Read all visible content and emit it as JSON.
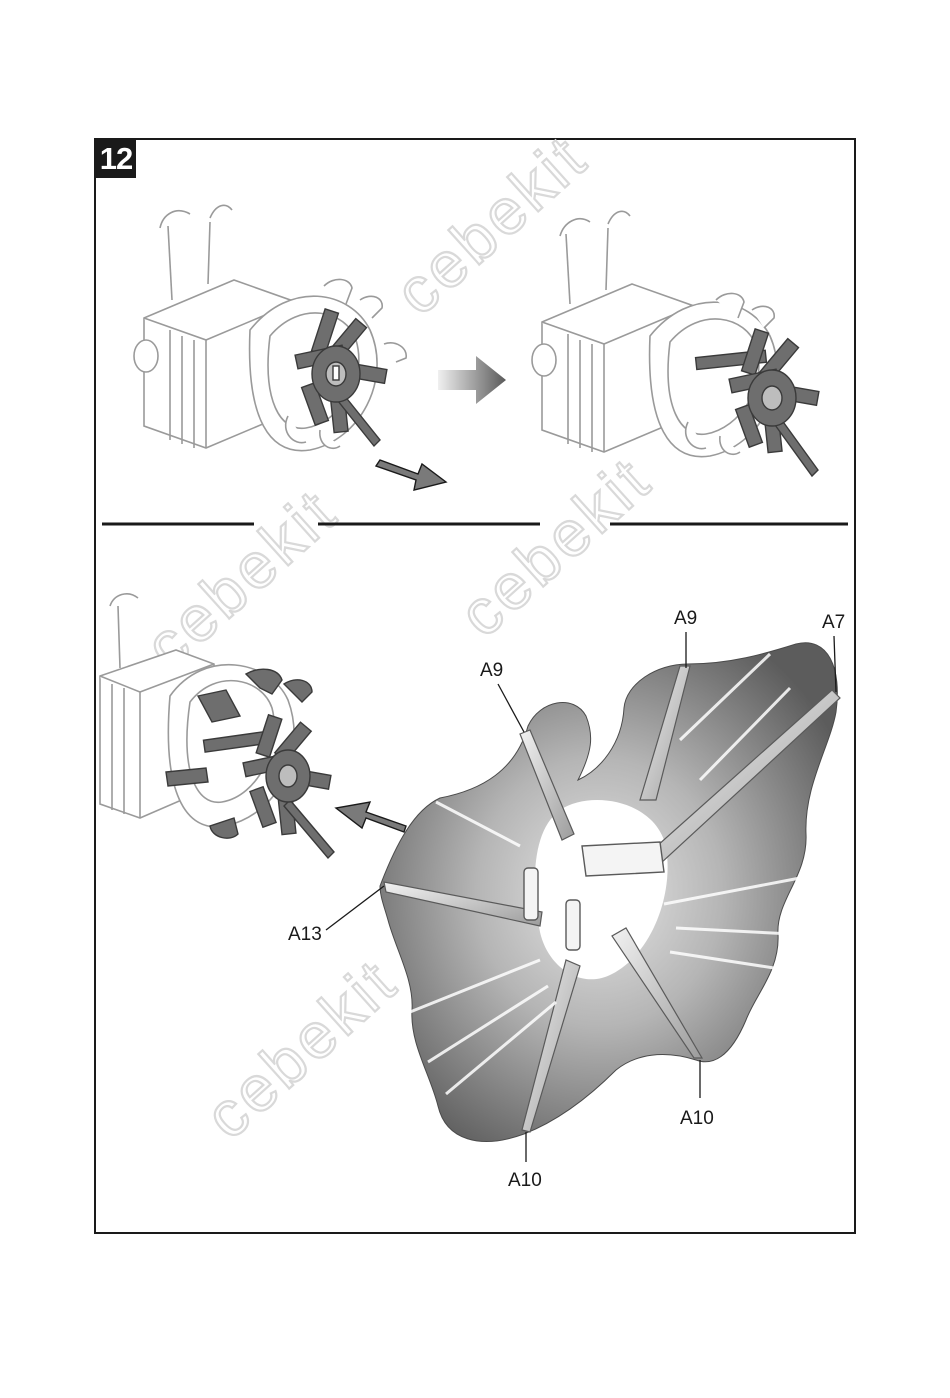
{
  "step": {
    "number": "12"
  },
  "watermark": {
    "text": "cebekit"
  },
  "labels": {
    "a9_top": "A9",
    "a7": "A7",
    "a9_left": "A9",
    "a13": "A13",
    "a10_right": "A10",
    "a10_bottom": "A10"
  },
  "colors": {
    "ink": "#1a1a1a",
    "part_gray": "#6e6e6e",
    "outline_gray": "#9a9a9a",
    "watermark": "#d9d9d9"
  }
}
